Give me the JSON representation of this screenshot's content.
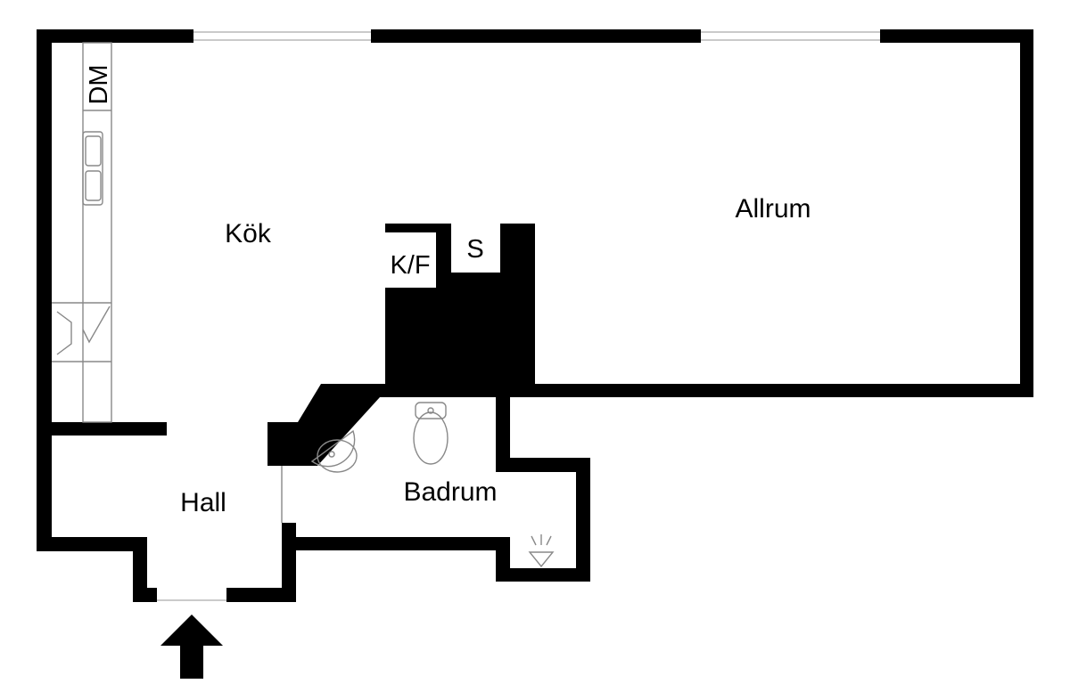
{
  "rooms": {
    "kitchen": "Kök",
    "living": "Allrum",
    "hall": "Hall",
    "bathroom": "Badrum"
  },
  "appliances": {
    "dishwasher": "DM",
    "fridge_freezer": "K/F",
    "closet": "S"
  },
  "icons": {
    "entrance": "entrance-arrow-icon"
  },
  "colors": {
    "wall": "#000000",
    "background": "#ffffff",
    "fixture": "#888888"
  }
}
